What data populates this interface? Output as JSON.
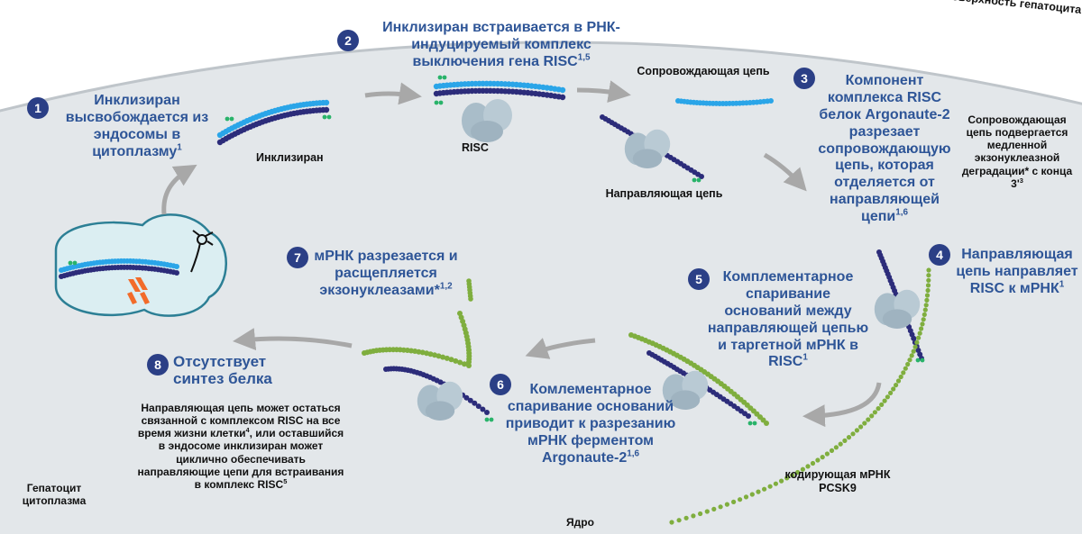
{
  "colors": {
    "cytoplasm": "#e3e7ea",
    "endosome": "#dbeef2",
    "step_number_bg": "#2b3f86",
    "title_blue": "#2e5597",
    "strand_light": "#2aa5e8",
    "strand_dark": "#2c2c7a",
    "mrna_green": "#7fae3e",
    "risc_grey": "#a9bdc9",
    "arrow_grey": "#a8a8a8",
    "receptor_orange": "#f26b2a"
  },
  "membrane_label": "Синусоидальная поверхность гепатоцита",
  "steps": [
    {
      "number": "1",
      "text": "Инклизиран высвобождается из эндосомы в цитоплазму",
      "sup": "1"
    },
    {
      "number": "2",
      "text": "Инклизиран встраивается в РНК-индуцируемый комплекс выключения гена RISC",
      "sup": "1,5"
    },
    {
      "number": "3",
      "text": "Компонент комплекса RISC белок Argonaute-2 разрезает сопровождающую цепь, которая отделяется от направляющей цепи",
      "sup": "1,6"
    },
    {
      "number": "4",
      "text": "Направляющая цепь направляет RISC к мРНК",
      "sup": "1"
    },
    {
      "number": "5",
      "text": "Комплементарное спаривание оснований между направляющей цепью и таргетной мРНК в RISC",
      "sup": "1"
    },
    {
      "number": "6",
      "text": "Комлементарное спаривание оснований приводит к разрезанию мРНК ферментом Argonaute-2",
      "sup": "1,6"
    },
    {
      "number": "7",
      "text": "мРНК разрезается и расщепляется экзонуклеазами*",
      "sup": "1,2"
    },
    {
      "number": "8",
      "text": "Отсутствует синтез белка",
      "sup": ""
    }
  ],
  "labels": {
    "inclisiran": "Инклизиран",
    "risc": "RISC",
    "passenger_strand": "Сопровождающая цепь",
    "guide_strand": "Направляющая цепь",
    "passenger_degradation": "Сопровождающая цепь подвергается медленной экзонуклеазной деградации* с конца 3'",
    "passenger_degradation_sup": "3",
    "mrna": "кодирующая мРНК PCSK9",
    "step8_note": "Направляющая цепь может остаться связанной с комплексом RISC на все время жизни клетки",
    "step8_note_sup": "4",
    "step8_note_cont": ", или оставшийся в эндосоме инклизиран может циклично обеспечивать направляющие цепи для встраивания в комплекс RISC",
    "step8_note_sup2": "5",
    "hepatocyte": "Гепатоцит цитоплазма",
    "nucleus": "Ядро"
  }
}
